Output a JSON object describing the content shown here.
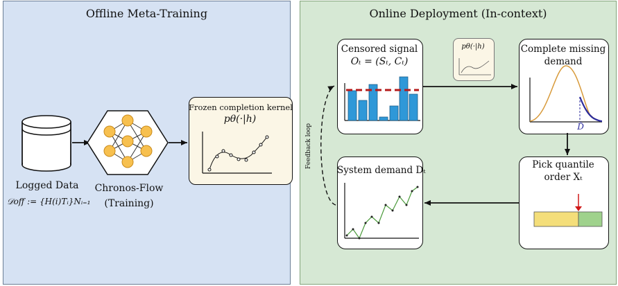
{
  "offline": {
    "title": "Offline Meta-Training",
    "logged_data_label": "Logged Data",
    "dataset_formula": "𝒟off := {H(i)Tᵢ}Nᵢ₌₁",
    "chronos_label_1": "Chronos-Flow",
    "chronos_label_2": "(Training)",
    "kernel_title": "Frozen completion kernel",
    "kernel_formula": "pθ(·|h)"
  },
  "online": {
    "title": "Online Deployment (In-context)",
    "censored_title": "Censored signal",
    "censored_formula": "Oₜ = (Sₜ, Cₜ)",
    "mini_kernel_formula": "pθ(·|h)",
    "complete_title_1": "Complete missing",
    "complete_title_2": "demand",
    "dhat_label": "D̂",
    "quantile_title_1": "Pick quantile",
    "quantile_title_2": "order Xₜ",
    "system_title": "System demand Dₜ",
    "feedback_label": "Feedback loop"
  },
  "colors": {
    "offline_bg": "#d6e2f3",
    "online_bg": "#d6e8d4",
    "bar_fill": "#2f98d8",
    "threshold": "#b51a1a",
    "density": "#d89a3a",
    "tail": "#2b2b9c",
    "quantile_left": "#f4de7a",
    "quantile_right": "#9fd28c",
    "demand_line": "#4a9a3a"
  },
  "icons": [
    "database-icon",
    "neural-network-icon",
    "arrow-icon"
  ]
}
